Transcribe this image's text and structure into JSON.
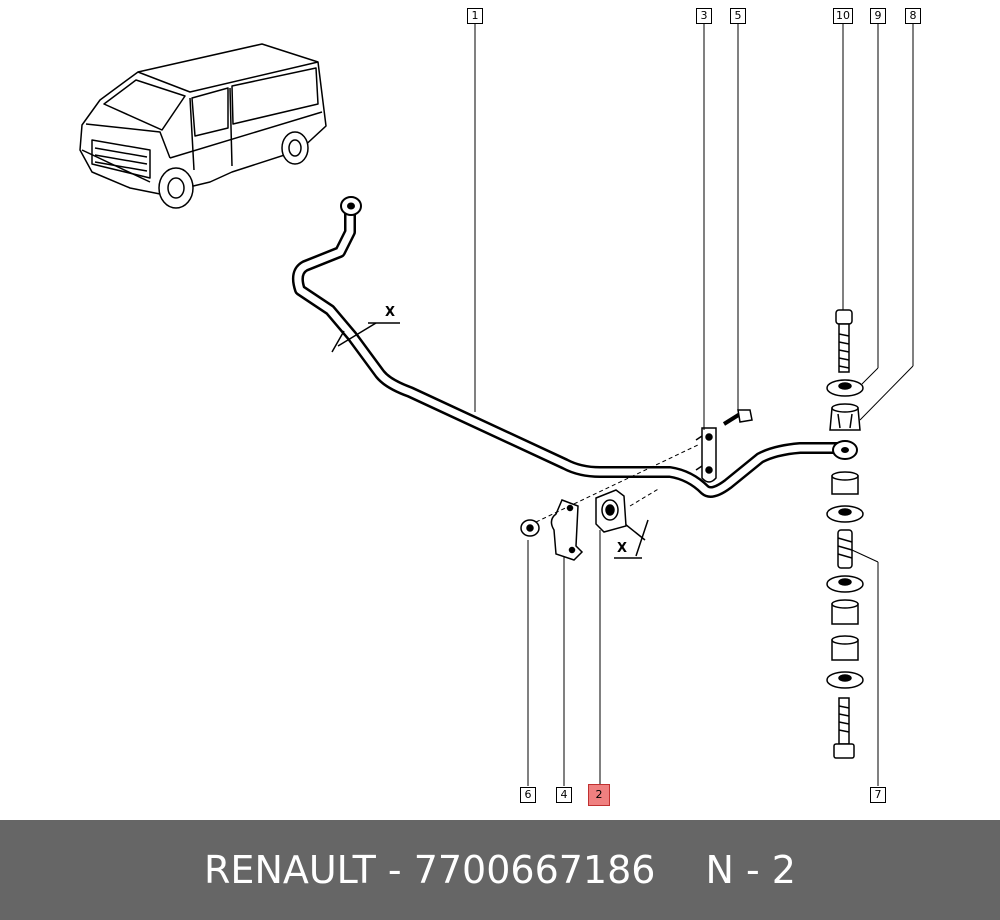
{
  "callouts": {
    "c1": "1",
    "c2": "2",
    "c3": "3",
    "c4": "4",
    "c5": "5",
    "c6": "6",
    "c7": "7",
    "c8": "8",
    "c9": "9",
    "c10": "10"
  },
  "highlight_color": "#ef8080",
  "marker_x_top": "X",
  "marker_x_bottom": "X",
  "footer": {
    "part": "RENAULT - 7700667186",
    "ref": "N - 2"
  },
  "footer_color": "#666666"
}
